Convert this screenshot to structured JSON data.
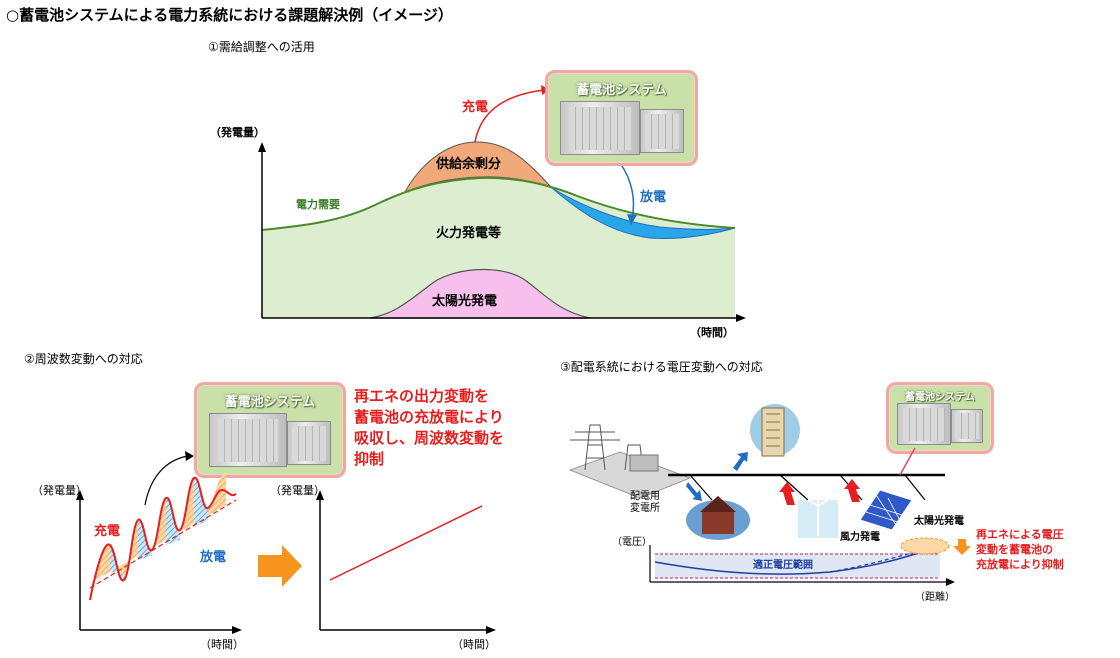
{
  "title": "○蓄電池システムによる電力系統における課題解決例（イメージ）",
  "section1": {
    "heading": "①需給調整への活用",
    "y_axis_label": "（発電量）",
    "x_axis_label": "（時間）",
    "battery_label": "蓄電池システム",
    "charge_label": "充電",
    "discharge_label": "放電",
    "surplus_label": "供給余剰分",
    "demand_label": "電力需要",
    "thermal_label": "火力発電等",
    "solar_label": "太陽光発電"
  },
  "section2": {
    "heading": "②周波数変動への対応",
    "battery_label": "蓄電池システム",
    "note_lines": [
      "再エネの出力変動を",
      "蓄電池の充放電により",
      "吸収し、周波数変動を",
      "抑制"
    ],
    "left_y_label": "（発電量）",
    "left_x_label": "（時間）",
    "right_y_label": "（発電量）",
    "right_x_label": "（時間）",
    "charge_label": "充電",
    "discharge_label": "放電"
  },
  "section3": {
    "heading": "③配電系統における電圧変動への対応",
    "battery_label": "蓄電池システム",
    "substation_label_line1": "配電用",
    "substation_label_line2": "変電所",
    "wind_label": "風力発電",
    "solar_label": "太陽光発電",
    "voltage_label": "（電圧）",
    "distance_label": "（距離）",
    "range_label": "適正電圧範囲",
    "note_lines": [
      "再エネによる電圧",
      "変動を蓄電池の",
      "充放電により抑制"
    ]
  },
  "colors": {
    "red": "#e41f1f",
    "blue": "#1f6fc0",
    "green_line": "#4a8a2a",
    "thermal_fill": "#dcedd0",
    "surplus_fill": "#f2a97a",
    "solar_fill": "#f7c0ec",
    "discharge_fill": "#2aa6e8",
    "arrow_orange": "#f7941d"
  },
  "icons": [
    "battery-cabinet-icon",
    "substation-icon",
    "building-icon",
    "house-icon",
    "wind-turbine-icon",
    "solar-panel-icon"
  ]
}
